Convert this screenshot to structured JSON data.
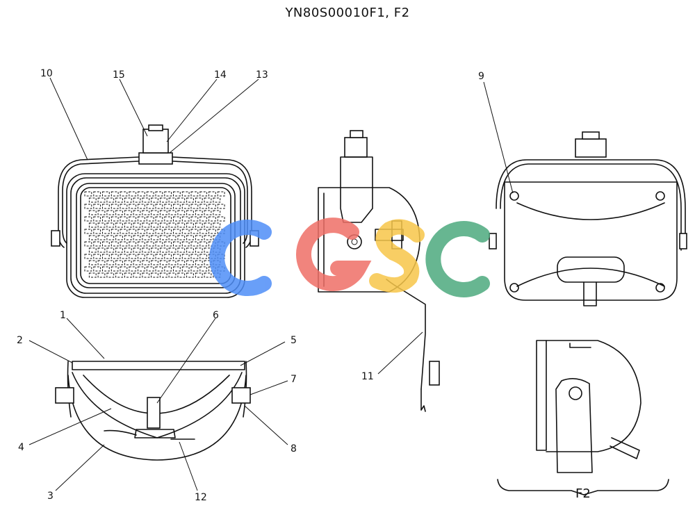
{
  "title": "YN80S00010F1, F2",
  "callouts": {
    "c1": "1",
    "c2": "2",
    "c3": "3",
    "c4": "4",
    "c5": "5",
    "c6": "6",
    "c7": "7",
    "c8": "8",
    "c9": "9",
    "c10": "10",
    "c11": "11",
    "c12": "12",
    "c13": "13",
    "c14": "14",
    "c15": "15"
  },
  "variant_label": "F2",
  "watermark": {
    "text": "CGSC",
    "colors": [
      "#4f8ef7",
      "#ef6f67",
      "#f7c64a",
      "#4daa7e"
    ]
  }
}
